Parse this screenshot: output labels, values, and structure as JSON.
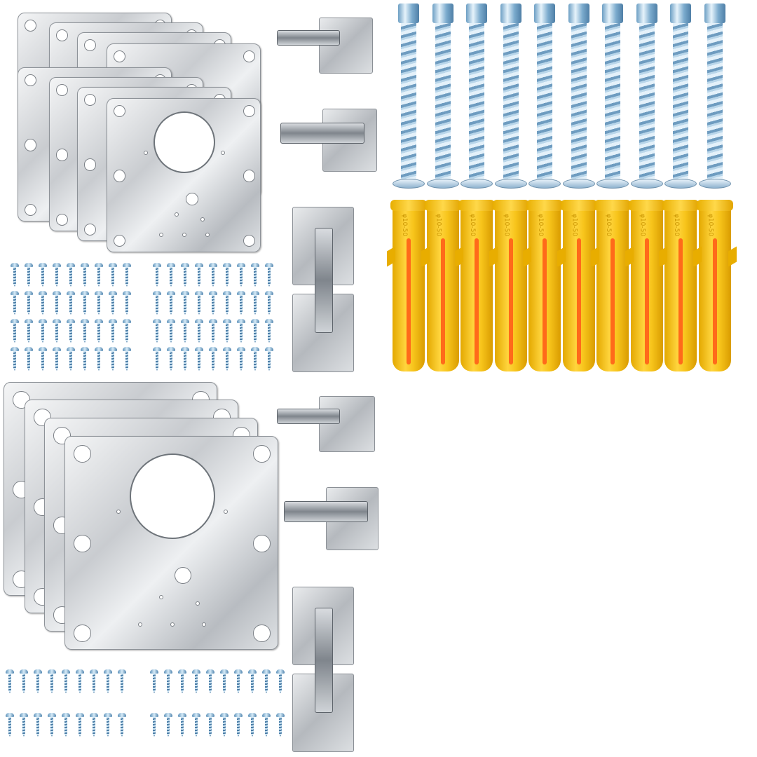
{
  "product": {
    "items": [
      "hinge-repair-plate",
      "concealed-hinge",
      "wood-screw",
      "hex-lag-bolt",
      "plastic-wall-plug"
    ],
    "plug_marking": "φ10-50",
    "counts": {
      "plate_stacks": 3,
      "hinges": 8,
      "bolts": 10,
      "plugs": 10
    },
    "colors": {
      "steel": "#c9ccd0",
      "zinc": "#6e9cc0",
      "plug": "#f7c41b",
      "slot": "#ff6a1a"
    }
  }
}
